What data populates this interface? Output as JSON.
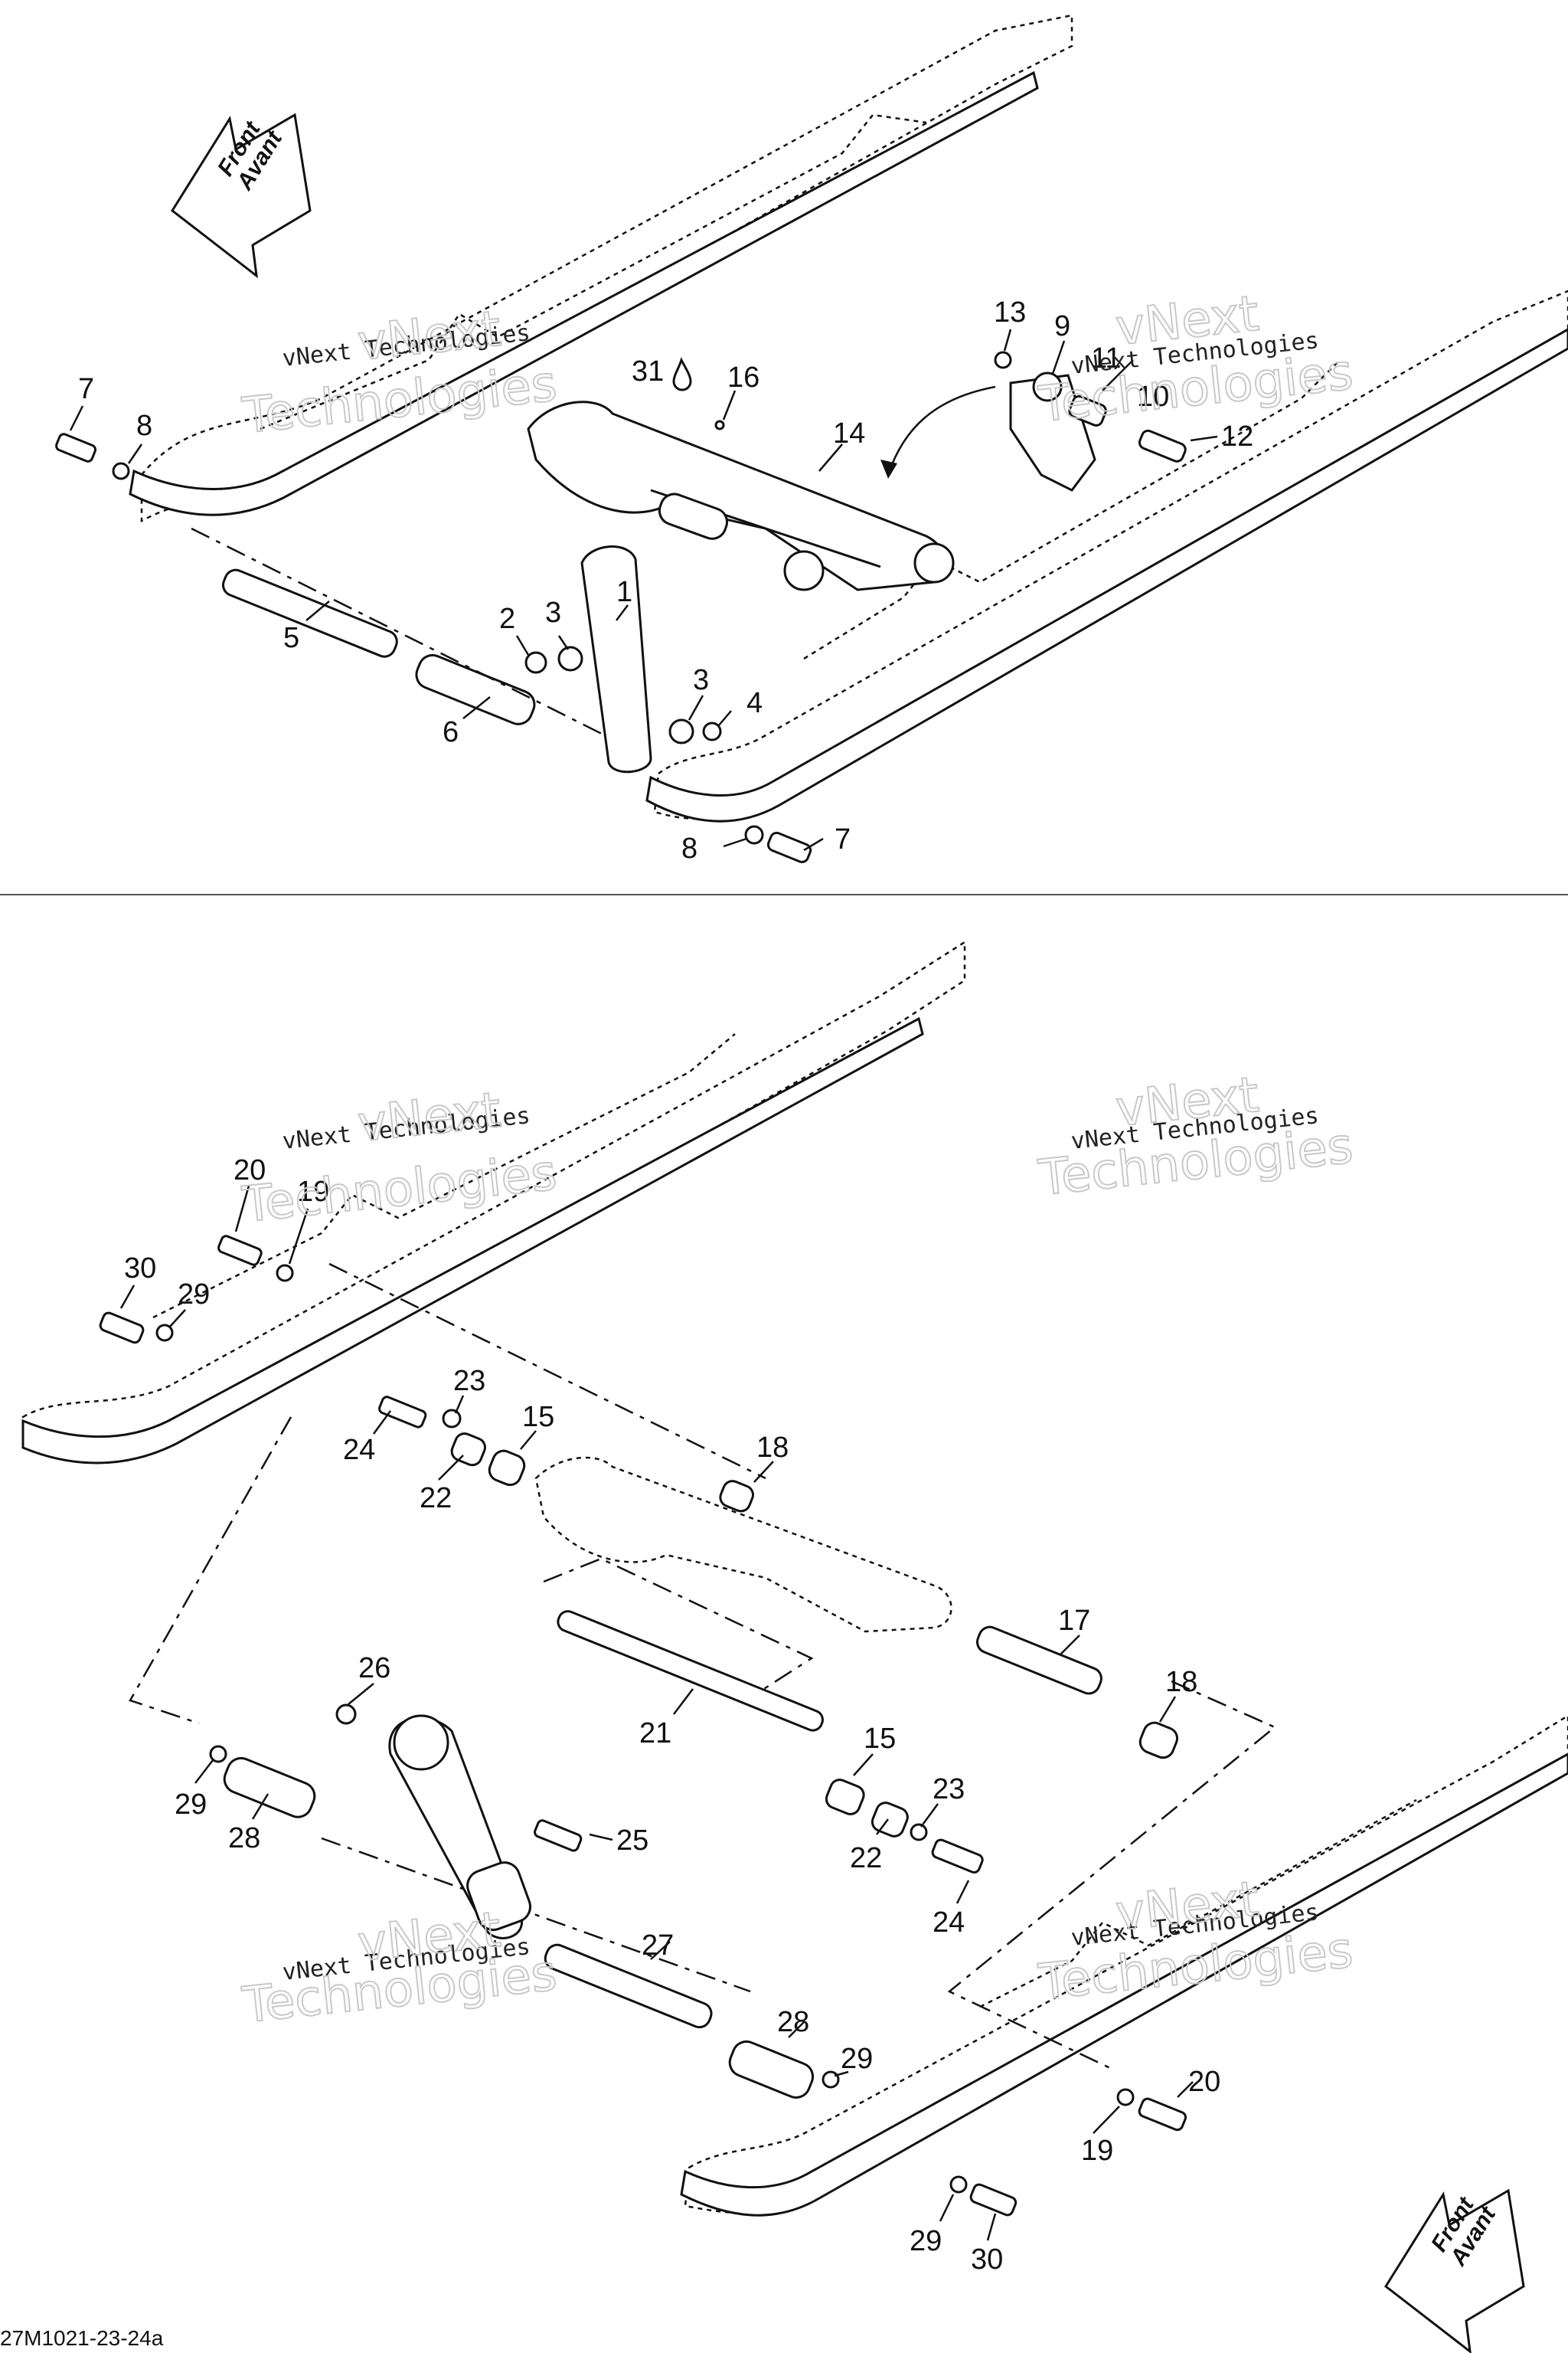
{
  "figure_code": "27M1021-23-24a",
  "direction_label": {
    "line1": "Front",
    "line2": "Avant"
  },
  "watermark": {
    "line1": "vNext Technologies",
    "line2": "vNext",
    "line3": "Technologies"
  },
  "callouts_top": [
    "7",
    "8",
    "5",
    "6",
    "2",
    "3",
    "1",
    "3",
    "4",
    "8",
    "7",
    "31",
    "16",
    "14",
    "13",
    "9",
    "11",
    "10",
    "12"
  ],
  "callouts_bottom": [
    "20",
    "19",
    "30",
    "29",
    "23",
    "15",
    "24",
    "22",
    "18",
    "17",
    "18",
    "26",
    "21",
    "15",
    "23",
    "29",
    "28",
    "25",
    "22",
    "24",
    "27",
    "28",
    "29",
    "20",
    "19",
    "29",
    "30"
  ]
}
